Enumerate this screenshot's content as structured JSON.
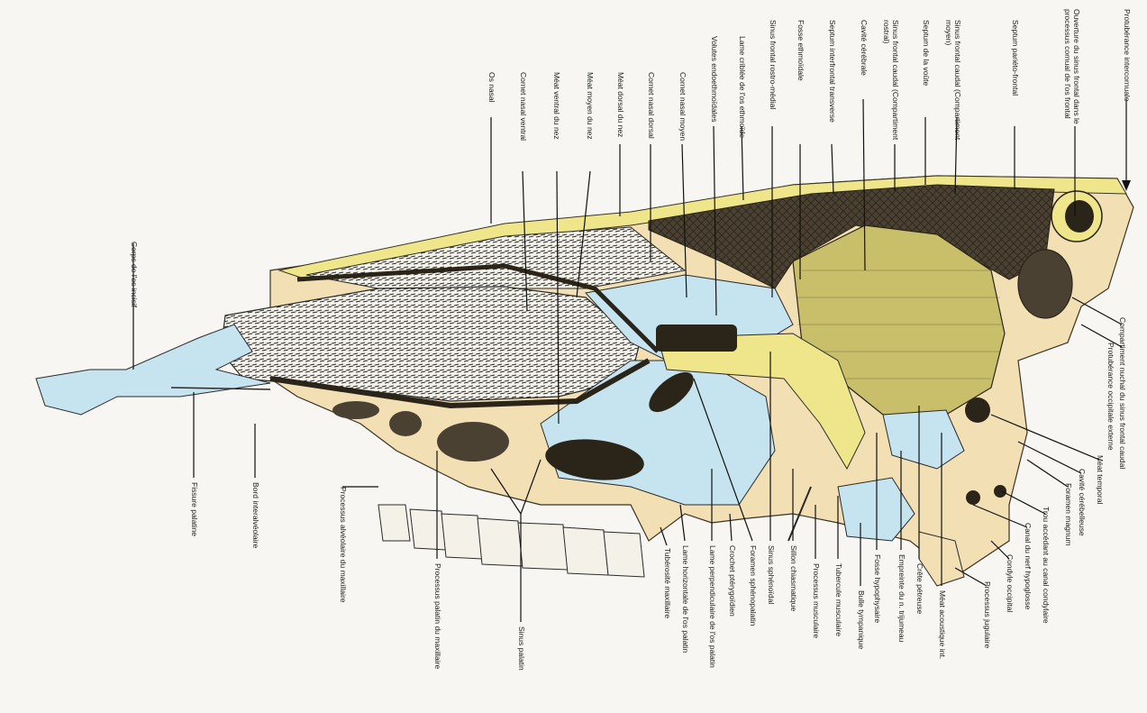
{
  "colors": {
    "bone": "#f3dfb4",
    "sinus_yellow": "#efe58a",
    "turbinate_blue": "#c6e4ef",
    "cavity_dark": "#3a3326",
    "background": "#f7f6f2"
  },
  "labels": {
    "top": [
      "Os nasal",
      "Cornet nasal ventral",
      "Méat ventral du nez",
      "Méat moyen du nez",
      "Méat dorsal du nez",
      "Cornet nasal dorsal",
      "Cornet nasal moyen",
      "Volutes endoethmoïdales",
      "Lame criblée de l'os ethmoïde",
      "Sinus frontal rostro-médial",
      "Fosse ethmoïdale",
      "Septum interfrontal transverse",
      "Cavité cérébrale",
      "Sinus frontal caudal (Compartiment rostral)",
      "Sinus frontal caudal (Compartiment moyen)",
      "Septum de la voûte",
      "Ouverture du sinus frontal dans le processus cornual de l'os frontal",
      "Septum pariéto-frontal",
      "Protubérance intercornuale"
    ],
    "left": [
      "Corps de l'os incisif"
    ],
    "right": [
      "Compartiment nuchal du sinus frontal caudal",
      "Protubérance occipitale externe",
      "Méat temporal",
      "Cavité cérébelleuse",
      "Foramen magnum",
      "Trou accédant au canal condylaire",
      "Canal du nerf hypoglosse",
      "Condyle occipital",
      "Processus jugulaire"
    ],
    "bottom": [
      "Fissure palatine",
      "Bord interalvéolaire",
      "Processus alvéolaire du maxillaire",
      "Processus palatin du maxillaire",
      "Sinus palatin",
      "Tubérosité maxillaire",
      "Lame horizontale de l'os palatin",
      "Lame perpendiculaire de l'os palatin",
      "Crochet ptérygoïdien",
      "Foramen sphénopalatin",
      "Sinus sphénoïdal",
      "Sillon chiasmatique",
      "Processus musculaire",
      "Tubercule musculaire",
      "Bulle tympanique",
      "Fosse hypophysaire",
      "Empreinte du n. trijumeau",
      "Crête pétreuse",
      "Méat acoustique int."
    ]
  }
}
